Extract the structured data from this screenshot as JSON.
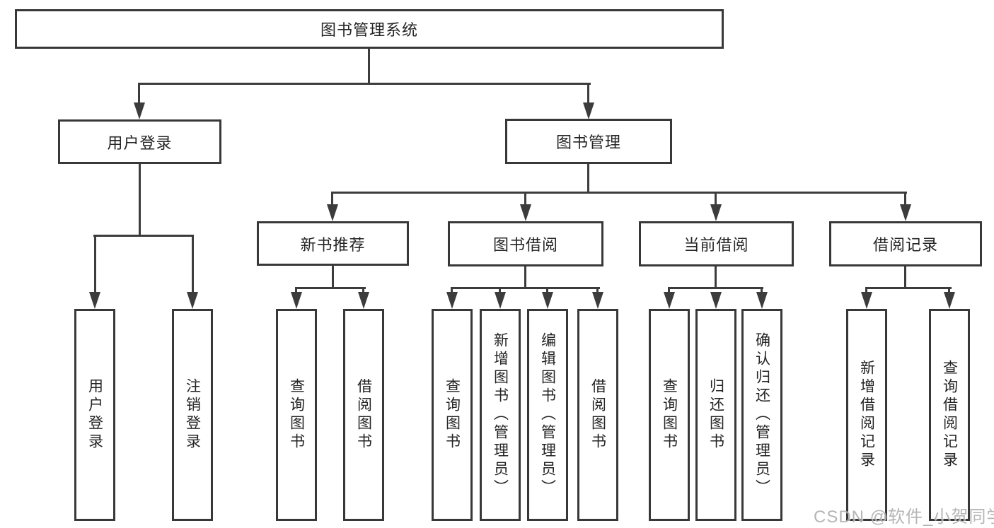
{
  "root": {
    "label": "图书管理系统"
  },
  "level2": [
    {
      "label": "用户登录",
      "children": [
        {
          "label": "用户登录"
        },
        {
          "label": "注销登录"
        }
      ]
    },
    {
      "label": "图书管理",
      "children": [
        {
          "label": "新书推荐",
          "children": [
            {
              "label": "查询图书"
            },
            {
              "label": "借阅图书"
            }
          ]
        },
        {
          "label": "图书借阅",
          "children": [
            {
              "label": "查询图书"
            },
            {
              "label": "新增图书（管理员）"
            },
            {
              "label": "编辑图书（管理员）"
            },
            {
              "label": "借阅图书"
            }
          ]
        },
        {
          "label": "当前借阅",
          "children": [
            {
              "label": "查询图书"
            },
            {
              "label": "归还图书"
            },
            {
              "label": "确认归还（管理员）"
            }
          ]
        },
        {
          "label": "借阅记录",
          "children": [
            {
              "label": "新增借阅记录"
            },
            {
              "label": "查询借阅记录"
            }
          ]
        }
      ]
    }
  ],
  "watermark": {
    "text": "CSDN @软件_小贺同学"
  },
  "colors": {
    "line": "#3c3c3c",
    "box_border": "#383838",
    "text": "#242424",
    "watermark": "#adadad",
    "background": "#ffffff"
  }
}
